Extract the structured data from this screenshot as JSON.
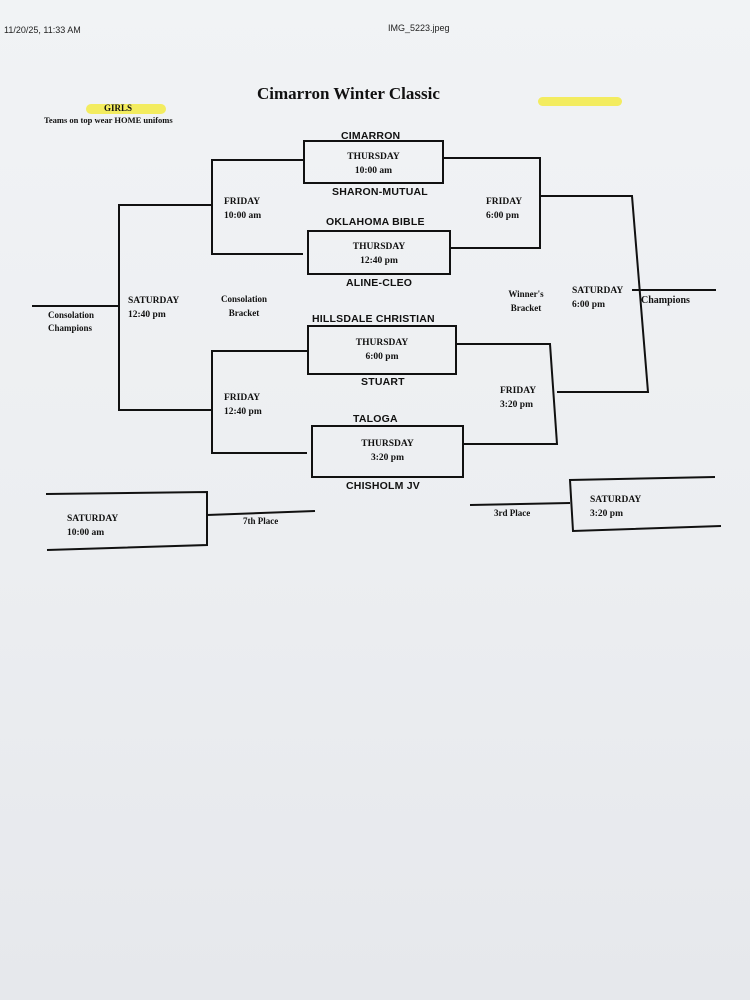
{
  "header": {
    "timestamp": "11/20/25, 11:33 AM",
    "filename": "IMG_5223.jpeg"
  },
  "doc": {
    "title": "Cimarron Winter Classic",
    "division": "GIRLS",
    "note": "Teams on top wear HOME unifoms"
  },
  "teams": {
    "t1": "CIMARRON",
    "t2": "SHARON-MUTUAL",
    "t3": "OKLAHOMA BIBLE",
    "t4": "ALINE-CLEO",
    "t5": "HILLSDALE CHRISTIAN",
    "t6": "STUART",
    "t7": "TALOGA",
    "t8": "CHISHOLM JV"
  },
  "games": {
    "thu1": {
      "day": "THURSDAY",
      "time": "10:00 am"
    },
    "thu2": {
      "day": "THURSDAY",
      "time": "12:40 pm"
    },
    "thu3": {
      "day": "THURSDAY",
      "time": "6:00 pm"
    },
    "thu4": {
      "day": "THURSDAY",
      "time": "3:20 pm"
    },
    "fri_cons_top": {
      "day": "FRIDAY",
      "time": "10:00 am"
    },
    "fri_cons_bot": {
      "day": "FRIDAY",
      "time": "12:40 pm"
    },
    "fri_win_top": {
      "day": "FRIDAY",
      "time": "6:00 pm"
    },
    "fri_win_bot": {
      "day": "FRIDAY",
      "time": "3:20 pm"
    },
    "sat_cons": {
      "day": "SATURDAY",
      "time": "12:40 pm"
    },
    "sat_champ": {
      "day": "SATURDAY",
      "time": "6:00 pm"
    },
    "sat_7th": {
      "day": "SATURDAY",
      "time": "10:00 am"
    },
    "sat_3rd": {
      "day": "SATURDAY",
      "time": "3:20 pm"
    }
  },
  "labels": {
    "consolation_champions_1": "Consolation",
    "consolation_champions_2": "Champions",
    "consolation_bracket_1": "Consolation",
    "consolation_bracket_2": "Bracket",
    "winners_bracket_1": "Winner's",
    "winners_bracket_2": "Bracket",
    "champions": "Champions",
    "seventh_place": "7th Place",
    "third_place": "3rd Place"
  }
}
